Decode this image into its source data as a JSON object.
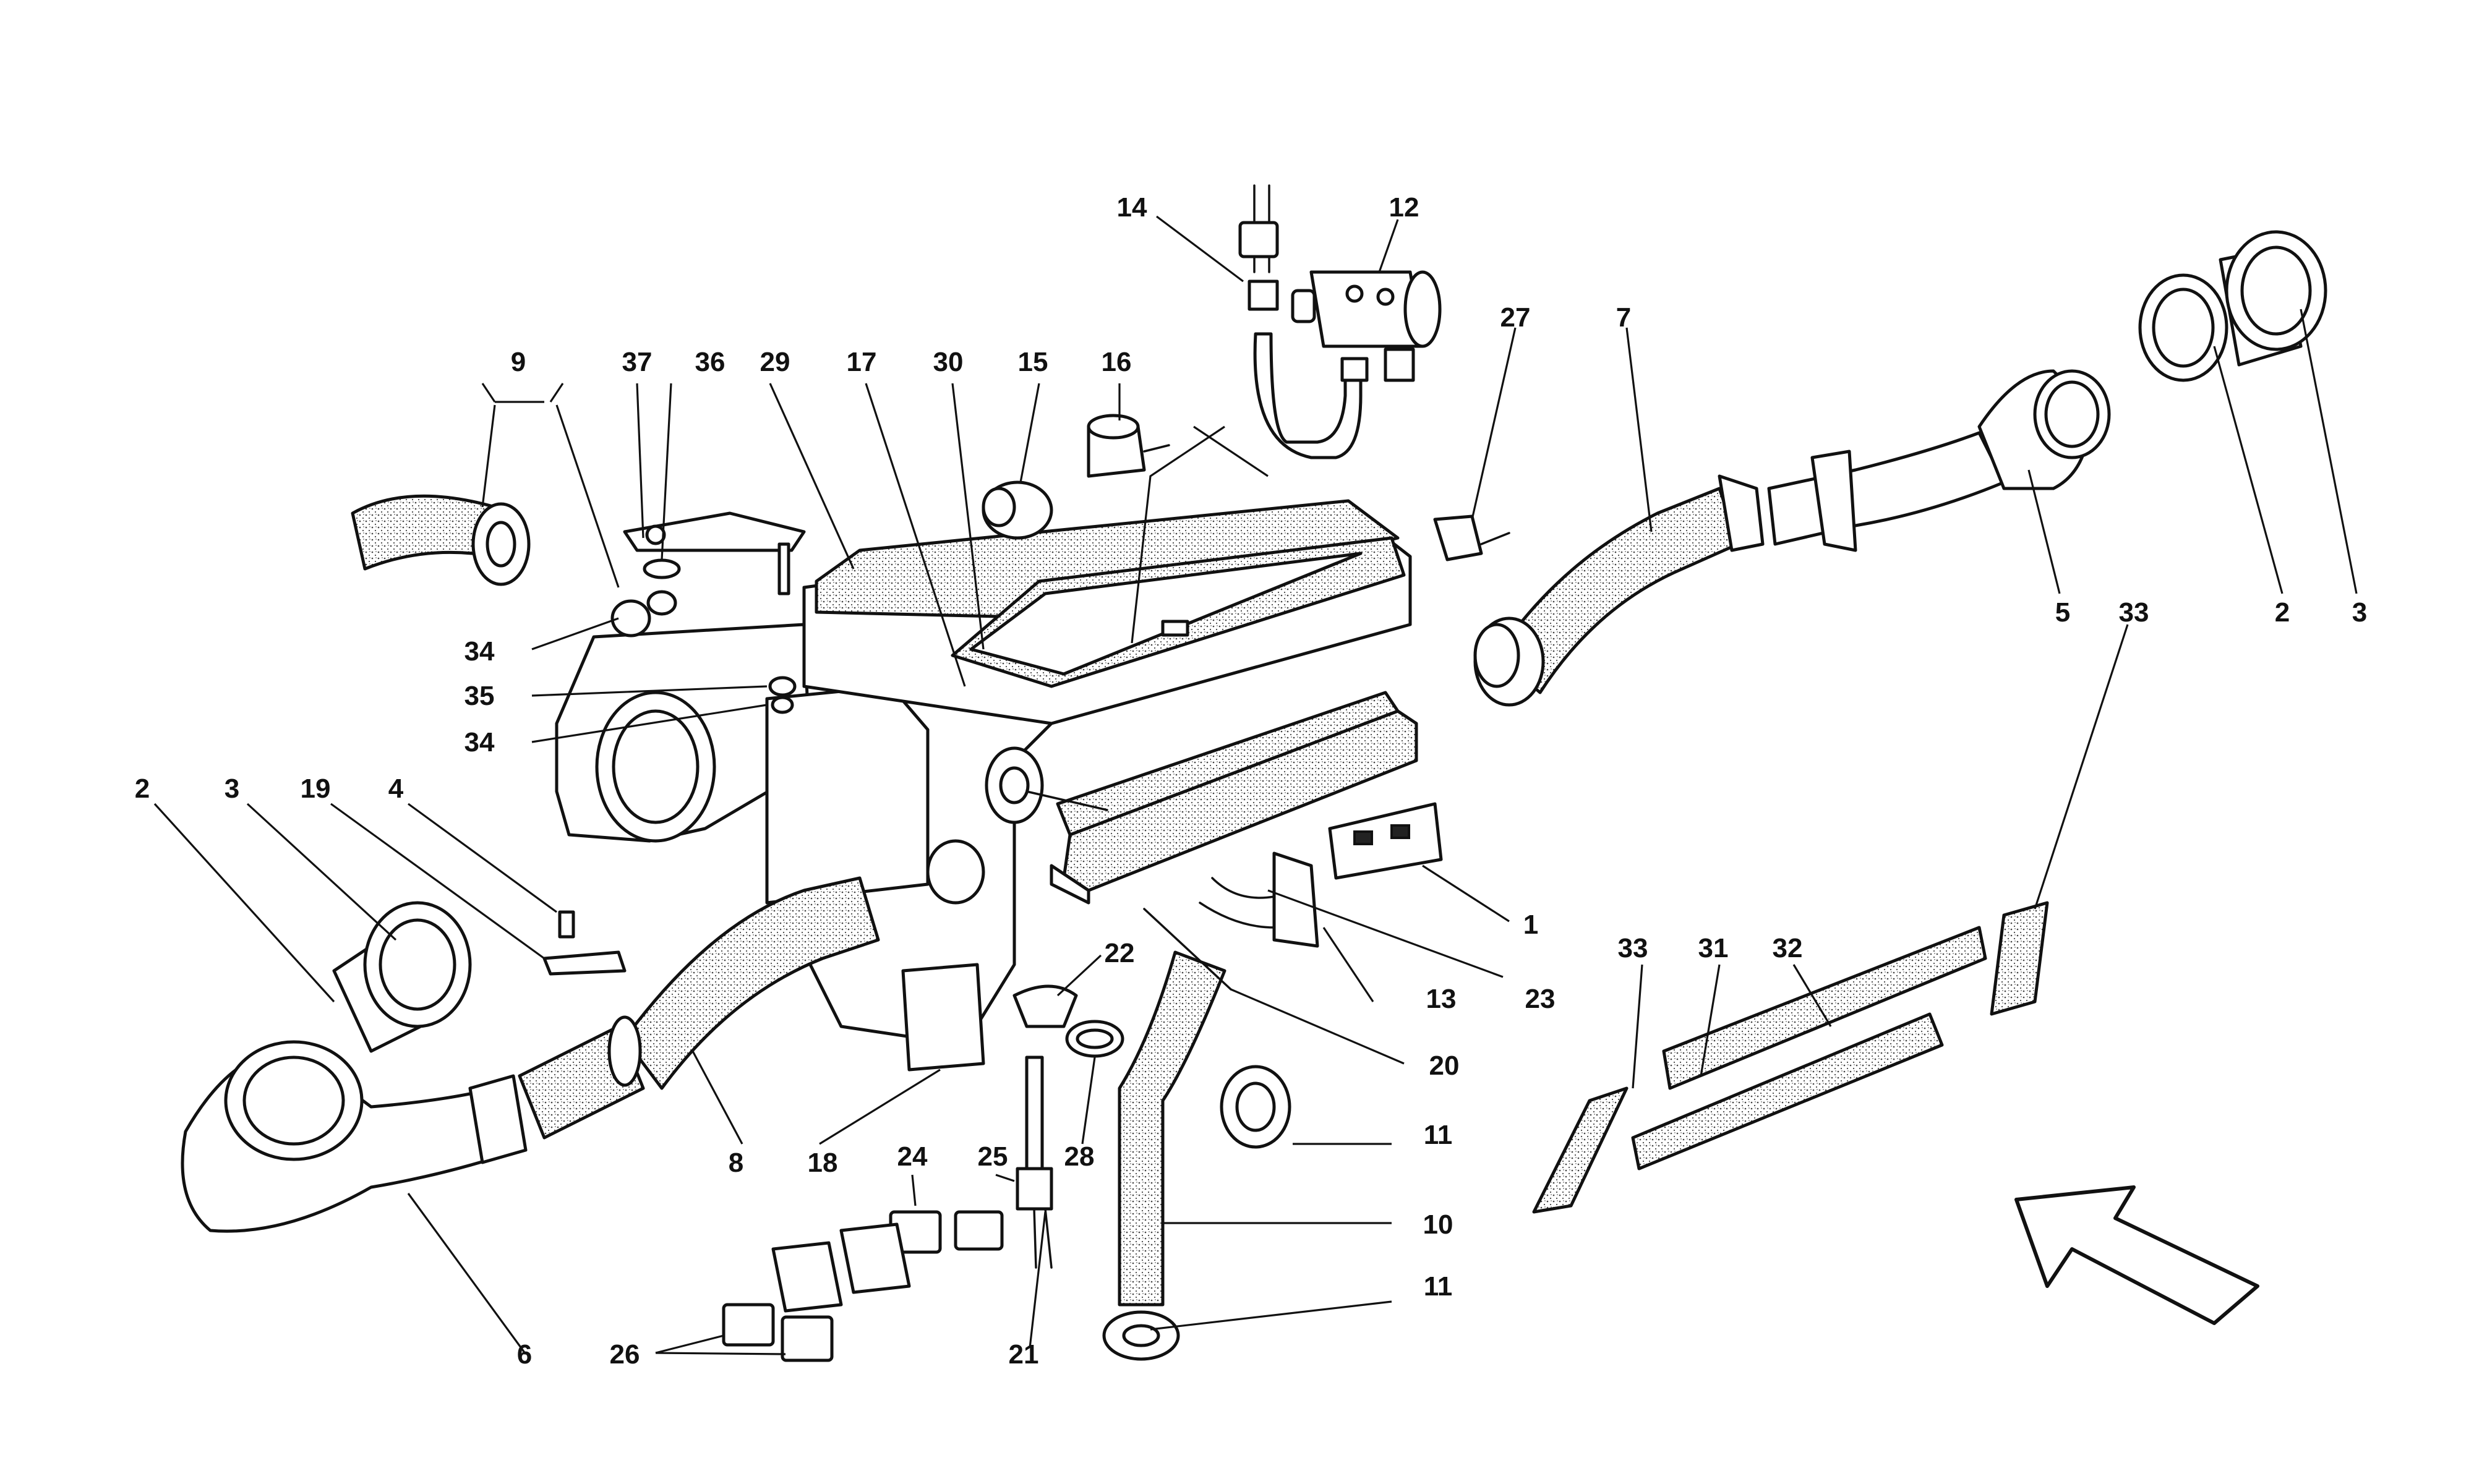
{
  "diagram": {
    "callouts": {
      "c14": "14",
      "c12": "12",
      "c27": "27",
      "c7": "7",
      "c9": "9",
      "c37": "37",
      "c36": "36",
      "c29": "29",
      "c17": "17",
      "c30": "30",
      "c15": "15",
      "c16": "16",
      "c5": "5",
      "c33a": "33",
      "c2a": "2",
      "c3a": "3",
      "c34a": "34",
      "c35": "35",
      "c34b": "34",
      "c2b": "2",
      "c3b": "3",
      "c19": "19",
      "c4": "4",
      "c1": "1",
      "c33b": "33",
      "c31": "31",
      "c32": "32",
      "c22": "22",
      "c13": "13",
      "c23": "23",
      "c20": "20",
      "c11a": "11",
      "c8": "8",
      "c18": "18",
      "c24": "24",
      "c25": "25",
      "c28": "28",
      "c10": "10",
      "c11b": "11",
      "c6": "6",
      "c26": "26",
      "c21": "21"
    },
    "icons": [
      "direction-arrow-icon"
    ]
  }
}
